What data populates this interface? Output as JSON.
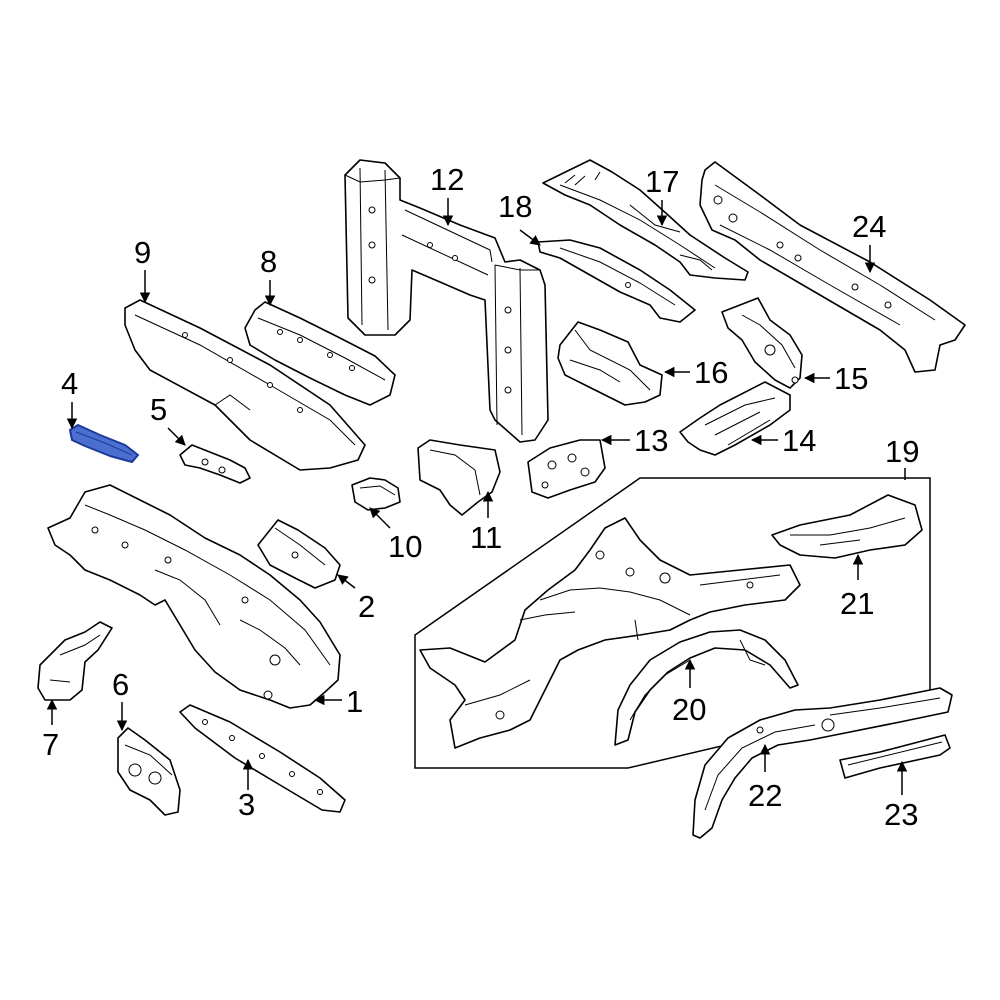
{
  "colors": {
    "line": "#000000",
    "background": "#ffffff",
    "highlight_fill": "#4a6fd0",
    "highlight_stroke": "#1c3a9a"
  },
  "highlighted_part": "4",
  "callouts": {
    "c1": "1",
    "c2": "2",
    "c3": "3",
    "c4": "4",
    "c5": "5",
    "c6": "6",
    "c7": "7",
    "c8": "8",
    "c9": "9",
    "c10": "10",
    "c11": "11",
    "c12": "12",
    "c13": "13",
    "c14": "14",
    "c15": "15",
    "c16": "16",
    "c17": "17",
    "c18": "18",
    "c19": "19",
    "c20": "20",
    "c21": "21",
    "c22": "22",
    "c23": "23",
    "c24": "24"
  }
}
